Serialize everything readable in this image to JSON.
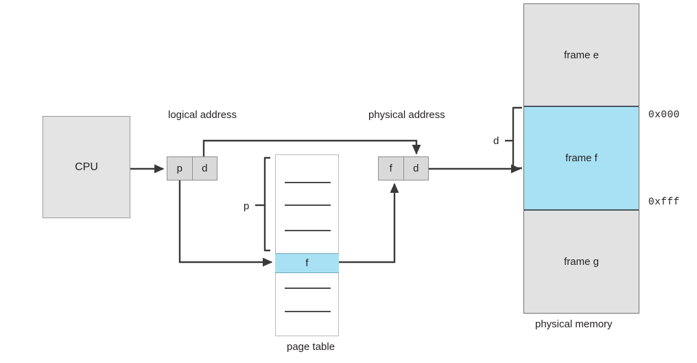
{
  "diagram": {
    "title": "paging-address-translation",
    "cpu": {
      "label": "CPU"
    },
    "logical_address": {
      "caption": "logical address",
      "page_field": "p",
      "offset_field": "d"
    },
    "physical_address": {
      "caption": "physical address",
      "frame_field": "f",
      "offset_field": "d"
    },
    "page_table": {
      "caption": "page table",
      "selected_entry": "f",
      "bracket_label": "p",
      "entry_count": 6
    },
    "physical_memory": {
      "caption": "physical memory",
      "bracket_label": "d",
      "frames": [
        {
          "name": "frame e",
          "highlight": false
        },
        {
          "name": "frame f",
          "highlight": true
        },
        {
          "name": "frame g",
          "highlight": false
        }
      ],
      "address_top": "0x000",
      "address_bottom": "0xfff"
    },
    "colors": {
      "highlight": "#a8e1f3",
      "box_fill": "#e2e2e2",
      "address_fill": "#d9d9d9",
      "line": "#3a3a3a",
      "text": "#231f20"
    }
  }
}
